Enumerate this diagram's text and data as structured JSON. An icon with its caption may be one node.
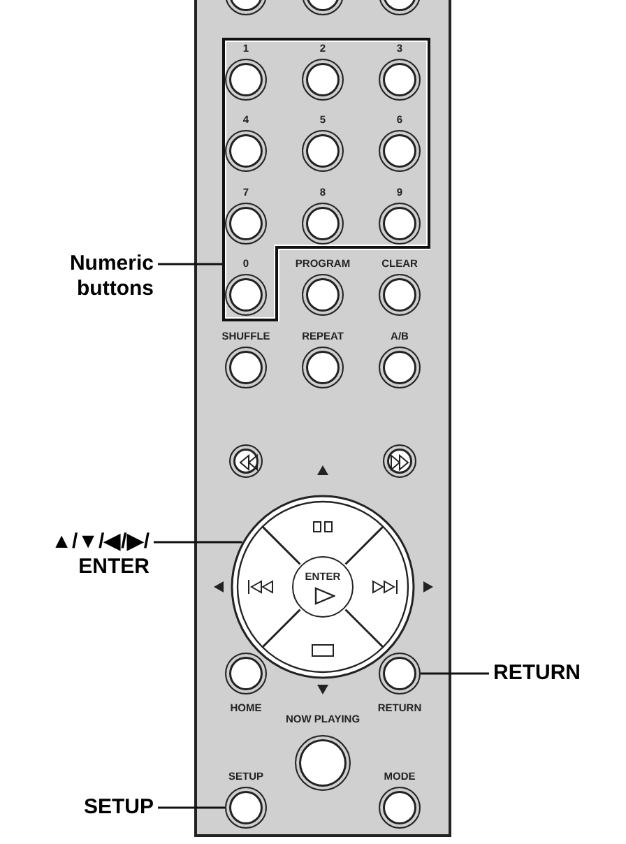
{
  "diagram": {
    "nodes": [
      {
        "text": [
          "Numeric buttons"
        ]
      },
      {
        "text": [],
        "shape": "circle"
      },
      {
        "text": [],
        "shape": "circle"
      },
      {
        "text": [],
        "shape": "circle"
      },
      {
        "text": [],
        "shape": "box"
      },
      {
        "text": [],
        "shape": "circle",
        "in": 4,
        "beside": [
          "1"
        ]
      },
      {
        "text": [],
        "shape": "circle",
        "in": 4,
        "beside": [
          "2"
        ]
      },
      {
        "text": [],
        "shape": "circle",
        "in": 4,
        "beside": [
          "3"
        ]
      },
      {
        "text": [],
        "shape": "circle",
        "in": 4,
        "beside": [
          "4"
        ]
      },
      {
        "text": [],
        "shape": "circle",
        "in": 4,
        "beside": [
          "5"
        ]
      },
      {
        "text": [],
        "shape": "circle",
        "in": 4,
        "beside": [
          "6"
        ]
      },
      {
        "text": [],
        "shape": "circle",
        "in": 4,
        "beside": [
          "7"
        ]
      },
      {
        "text": [],
        "shape": "circle",
        "in": 4,
        "beside": [
          "8"
        ]
      },
      {
        "text": [],
        "shape": "circle",
        "in": 4,
        "beside": [
          "9"
        ]
      },
      {
        "text": [],
        "shape": "circle",
        "in": 4,
        "beside": [
          "0"
        ]
      },
      {
        "text": [],
        "shape": "circle",
        "beside": [
          "PROGRAM"
        ]
      },
      {
        "text": [],
        "shape": "circle",
        "beside": [
          "CLEAR"
        ]
      },
      {
        "text": [],
        "shape": "circle",
        "beside": [
          "SHUFFLE"
        ]
      },
      {
        "text": [],
        "shape": "circle",
        "beside": [
          "REPEAT"
        ]
      },
      {
        "text": [],
        "shape": "circle",
        "beside": [
          "A/B"
        ]
      },
      {
        "text": [],
        "shape": "circle"
      },
      {
        "text": [],
        "shape": "circle"
      },
      {
        "text": [
          "▲/▼/◀/▶/ ENTER"
        ]
      },
      {
        "text": [],
        "shape": "circle"
      },
      {
        "text": [
          "ENTER"
        ],
        "in": 23
      },
      {
        "text": [],
        "shape": "circle",
        "beside": [
          "HOME"
        ]
      },
      {
        "text": [],
        "shape": "circle",
        "beside": [
          "RETURN"
        ]
      },
      {
        "text": [
          "RETURN"
        ]
      },
      {
        "text": [],
        "shape": "circle",
        "beside": [
          "NOW PLAYING"
        ]
      },
      {
        "text": [
          "SETUP"
        ]
      },
      {
        "text": [],
        "shape": "circle",
        "beside": [
          "SETUP"
        ]
      },
      {
        "text": [],
        "shape": "circle",
        "beside": [
          "MODE"
        ]
      }
    ],
    "edges": [
      {
        "from": 0,
        "to": 4,
        "arrow": "none"
      },
      {
        "from": 22,
        "to": 23,
        "arrow": "none"
      },
      {
        "from": 27,
        "to": 26,
        "arrow": "none"
      },
      {
        "from": 29,
        "to": 30,
        "arrow": "none"
      }
    ]
  }
}
